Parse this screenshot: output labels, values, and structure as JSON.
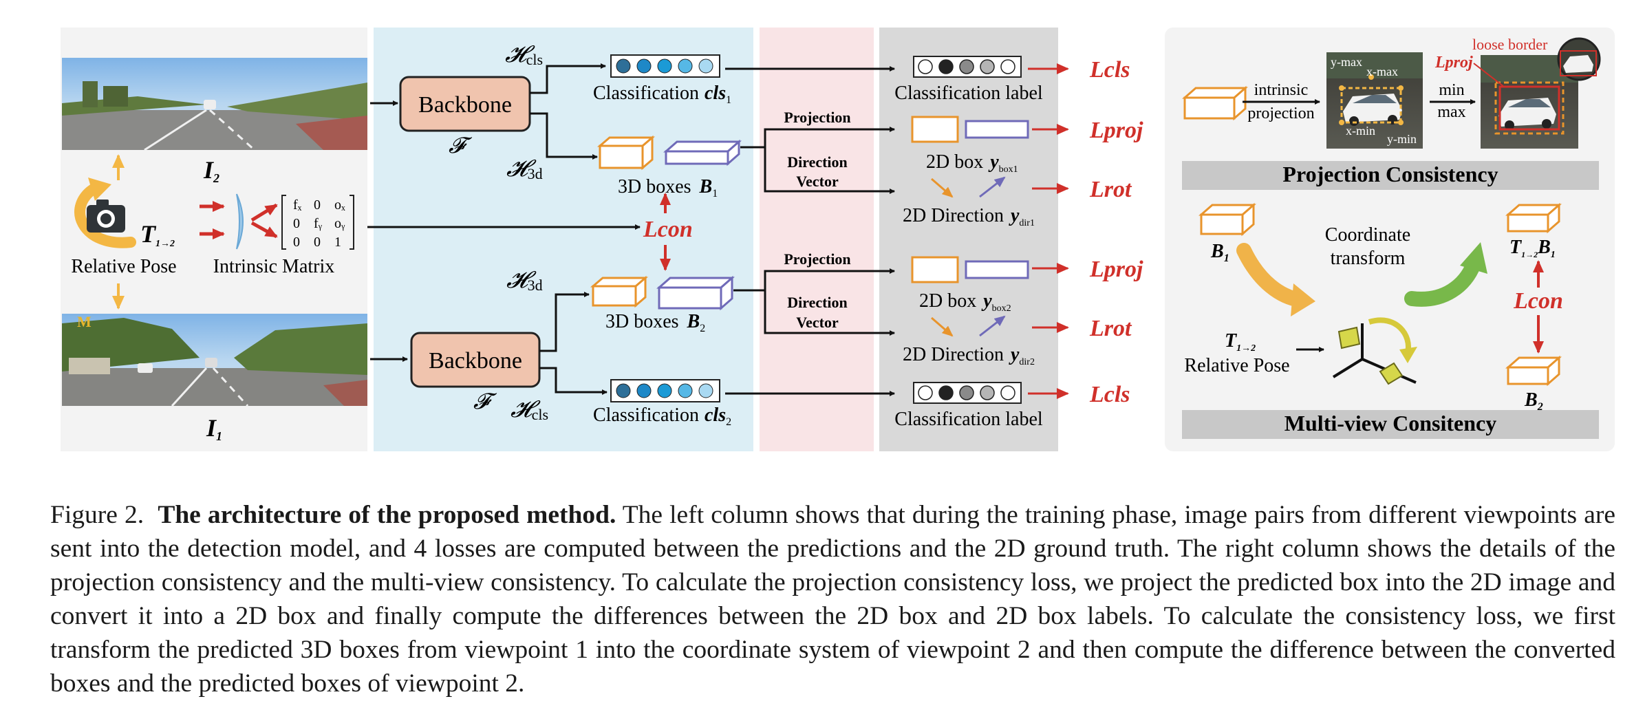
{
  "figure": {
    "left": {
      "image_top_label": "I",
      "image_top_sub": "2",
      "image_bottom_label": "I",
      "image_bottom_sub": "1",
      "pose_T": "T",
      "pose_T_sub": "1→2",
      "relative_pose": "Relative Pose",
      "intrinsic_matrix": "Intrinsic Matrix",
      "matrix_row1": [
        "fₓ",
        "0",
        "oₓ"
      ],
      "matrix_row2": [
        "0",
        "fᵧ",
        "oᵧ"
      ],
      "matrix_row3": [
        "0",
        "0",
        "1"
      ]
    },
    "backbone_top": "Backbone",
    "backbone_bottom": "Backbone",
    "F_symbol": "𝓕",
    "H": "𝓗",
    "H_cls_sub": "cls",
    "H_3d_sub": "3d",
    "classification_prefix": "Classification",
    "cls": "cls",
    "cls1_sub": "1",
    "cls2_sub": "2",
    "boxes3d_label": "3D boxes",
    "B": "B",
    "B1_sub": "1",
    "B2_sub": "2",
    "projection": "Projection",
    "direction": "Direction",
    "vector": "Vector",
    "lcon": "Lcon",
    "box2d_prefix": "2D box",
    "direction2d_prefix": "2D Direction",
    "y": "y",
    "box1_sub": "box1",
    "box2_sub": "box2",
    "dir1_sub": "dir1",
    "dir2_sub": "dir2",
    "classification_label": "Classification label",
    "losses": {
      "lcls": "Lcls",
      "lproj": "Lproj",
      "lrot": "Lrot"
    },
    "right": {
      "intrinsic": "intrinsic",
      "projection": "projection",
      "min": "min",
      "max": "max",
      "ymax": "y-max",
      "xmax": "x-max",
      "xmin": "x-min",
      "ymin": "y-min",
      "loose_border": "loose border",
      "lproj": "Lproj",
      "projection_consistency": "Projection Consistency",
      "coordinate": "Coordinate",
      "transform": "transform",
      "T": "T",
      "T_sub": "1→2",
      "relative_pose": "Relative Pose",
      "B1": "B",
      "B1_sub": "1",
      "TB1_T": "T",
      "TB1_Tsub": "1→2",
      "TB1_B": "B",
      "TB1_Bsub": "1",
      "lcon": "Lcon",
      "B2": "B",
      "B2_sub": "2",
      "multiview_consistency": "Multi-view Consitency"
    }
  },
  "caption": {
    "label": "Figure 2.",
    "title": "The architecture of the proposed method.",
    "body": "The left column shows that during the training phase, image pairs from different viewpoints are sent into the detection model, and 4 losses are computed between the predictions and the 2D ground truth. The right column shows the details of the projection consistency and the multi-view consistency. To calculate the projection consistency loss, we project the predicted box into the 2D image and convert it into a 2D box and finally compute the differences between the 2D box and 2D box labels. To calculate the consistency loss, we first transform the predicted 3D boxes from viewpoint 1 into the coordinate system of viewpoint 2 and then compute the difference between the converted boxes and the predicted boxes of viewpoint 2."
  },
  "colors": {
    "left_panel_bg": "#f3f3f3",
    "blue_panel_bg": "#dceef5",
    "pink_panel_bg": "#f9e4e6",
    "gray_panel_bg": "#d9d9d9",
    "right_panel_bg": "#f3f3f3",
    "backbone_fill": "#f0c4ae",
    "loss_red": "#d0302a",
    "box3d_orange": "#e8942c",
    "box3d_purple": "#6f6ab8",
    "camera_arrow": "#f3b744",
    "transform_orange": "#f0b349",
    "transform_green": "#78b84a"
  }
}
